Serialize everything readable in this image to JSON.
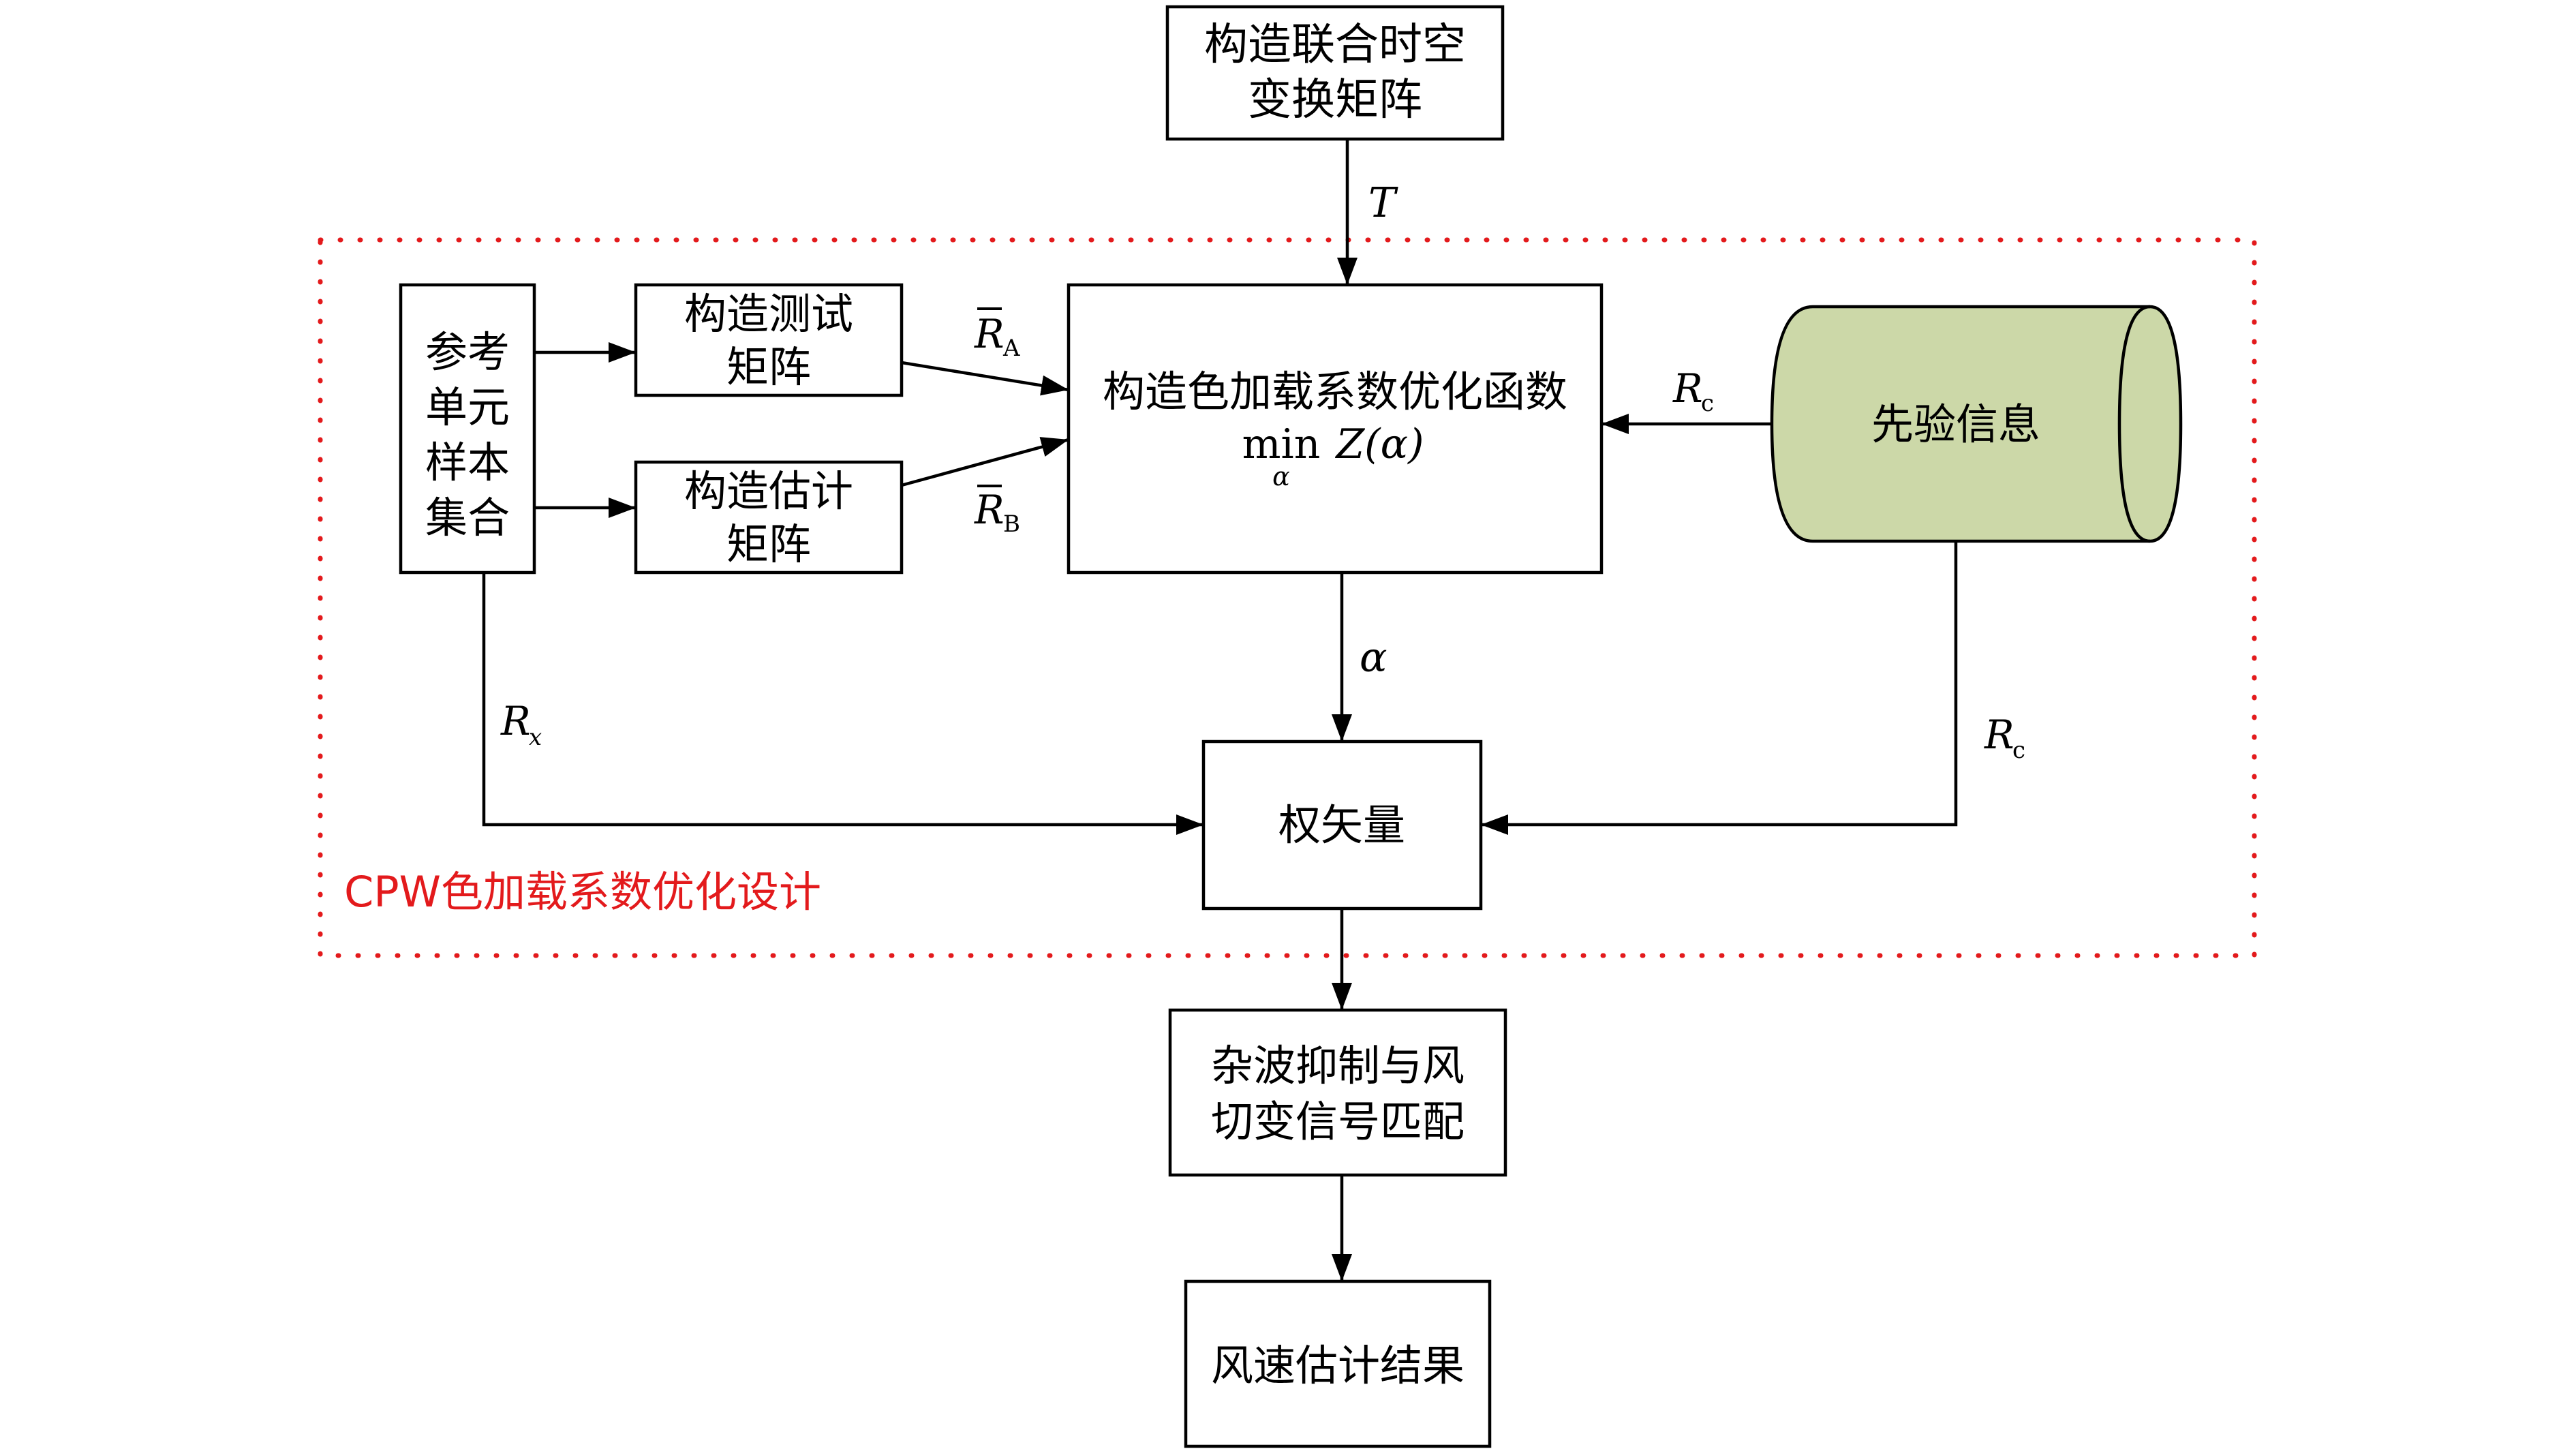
{
  "boxes": {
    "spacetime": [
      "构造联合时空",
      "变换矩阵"
    ],
    "sample_set": [
      "参考",
      "单元",
      "样本",
      "集合"
    ],
    "test_matrix": [
      "构造测试",
      "矩阵"
    ],
    "estimate_matrix": [
      "构造估计",
      "矩阵"
    ],
    "objective": "构造色加载系数优化函数",
    "objective_min": "min",
    "objective_sub": "α",
    "objective_expr": "Z(α)",
    "prior_info": "先验信息",
    "weight_vector": "权矢量",
    "clutter": [
      "杂波抑制与风",
      "切变信号匹配"
    ],
    "result": "风速估计结果"
  },
  "edge_labels": {
    "T": "T",
    "RA_main": "R",
    "RA_sub": "A",
    "RB_main": "R",
    "RB_sub": "B",
    "Rc_top_main": "R",
    "Rc_top_sub": "c",
    "alpha": "α",
    "Rx_main": "R",
    "Rx_sub": "x",
    "Rc_right_main": "R",
    "Rc_right_sub": "c"
  },
  "region_label": "CPW色加载系数优化设计",
  "colors": {
    "region_border": "#e31a1c",
    "prior_fill": "#ccd8a8",
    "prior_stroke": "#000000"
  }
}
